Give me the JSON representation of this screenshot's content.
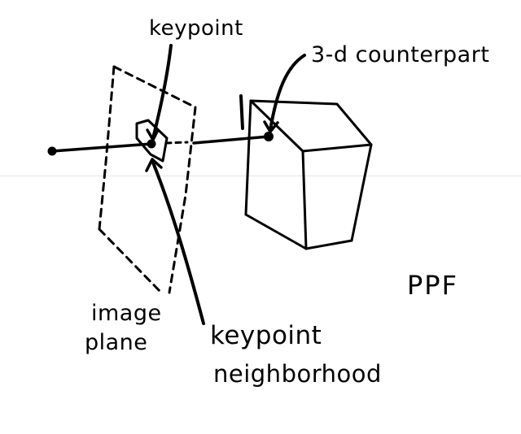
{
  "labels": {
    "keypoint": "keypoint",
    "counterpart": "3-d counterpart",
    "ppf": "PPF",
    "image_line1": "image",
    "image_line2": "plane",
    "neighborhood_line1": "keypoint",
    "neighborhood_line2": "neighborhood"
  },
  "colors": {
    "ink": "#000000",
    "paper": "#ffffff"
  }
}
